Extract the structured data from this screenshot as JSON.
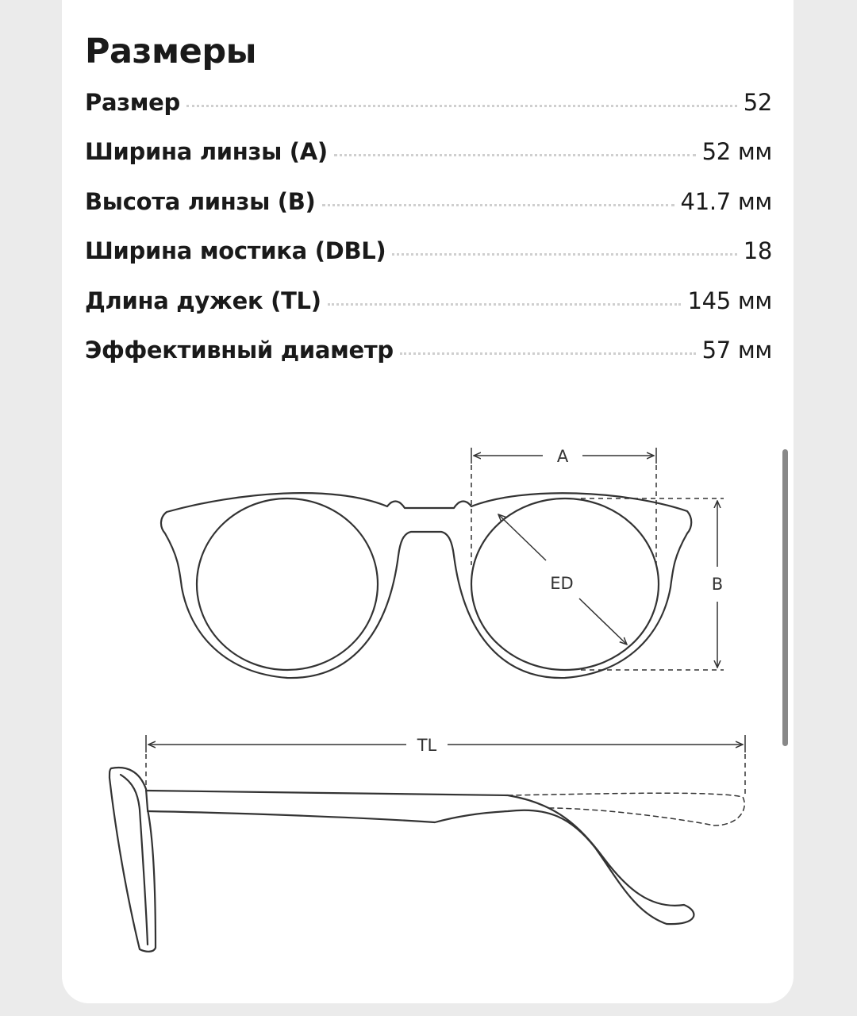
{
  "page": {
    "title": "Размеры"
  },
  "specs": [
    {
      "label": "Размер",
      "value": "52"
    },
    {
      "label": "Ширина линзы (A)",
      "value": "52 мм"
    },
    {
      "label": "Высота линзы (B)",
      "value": "41.7 мм"
    },
    {
      "label": "Ширина мостика (DBL)",
      "value": "18"
    },
    {
      "label": "Длина дужек (TL)",
      "value": "145 мм"
    },
    {
      "label": "Эффективный диаметр",
      "value": "57 мм"
    }
  ],
  "diagram": {
    "label_a": "A",
    "label_b": "B",
    "label_ed": "ED",
    "label_tl": "TL"
  },
  "colors": {
    "card": "#ffffff",
    "background": "#ebebeb",
    "text": "#1a1a1a",
    "line": "#333333",
    "dots": "#cfcfcf"
  }
}
